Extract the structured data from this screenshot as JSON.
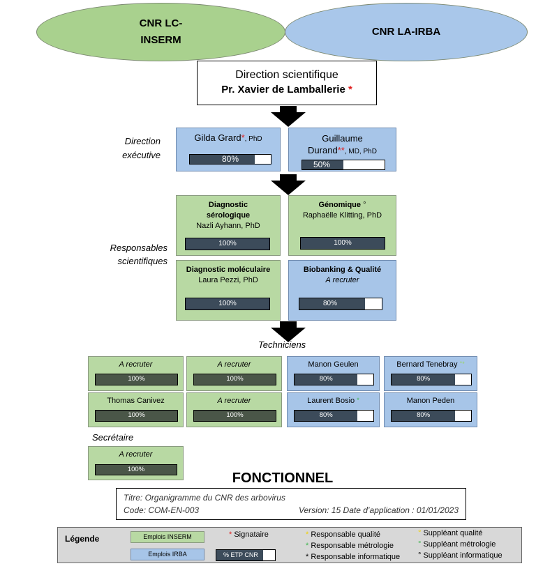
{
  "header": {
    "left_oval": "CNR LC-INSERM",
    "left_oval_line1": "CNR LC-",
    "left_oval_line2": "INSERM",
    "right_oval": "CNR LA-IRBA"
  },
  "direction": {
    "title": "Direction scientifique",
    "name": "Pr. Xavier de Lamballerie",
    "star": "*"
  },
  "labels": {
    "direction_executive_1": "Direction",
    "direction_executive_2": "exécutive",
    "responsables_1": "Responsables",
    "responsables_2": "scientifiques",
    "techniciens": "Techniciens",
    "secretaire": "Secrétaire",
    "fonctionnel": "FONCTIONNEL"
  },
  "executive": [
    {
      "name": "Gilda Grard",
      "mark": "*",
      "suffix": ", PhD",
      "percent_text": "80%",
      "percent": 80
    },
    {
      "name_line1": "Guillaume",
      "name_line2": "Durand",
      "mark": "**",
      "suffix": ", MD, PhD",
      "percent_text": "50%",
      "percent": 50
    }
  ],
  "responsables": [
    {
      "title_line1": "Diagnostic",
      "title_line2": "sérologique",
      "name": "Nazli Ayhann, PhD",
      "percent_text": "100%",
      "percent": 100
    },
    {
      "title": "Génomique",
      "mark": "°",
      "name": "Raphaëlle Klitting, PhD",
      "percent_text": "100%",
      "percent": 100
    },
    {
      "title": "Diagnostic moléculaire",
      "name": "Laura Pezzi, PhD",
      "percent_text": "100%",
      "percent": 100
    },
    {
      "title": "Biobanking & Qualité",
      "name": "A recruter",
      "percent_text": "80%",
      "percent": 80
    }
  ],
  "techniciens": [
    {
      "name": "A recruter",
      "percent_text": "100%",
      "percent": 100
    },
    {
      "name": "A recruter",
      "percent_text": "100%",
      "percent": 100
    },
    {
      "name": "Manon Geulen",
      "percent_text": "80%",
      "percent": 80
    },
    {
      "name": "Bernard Tenebray",
      "mark": "°*",
      "percent_text": "80%",
      "percent": 80
    },
    {
      "name": "Thomas Canivez",
      "percent_text": "100%",
      "percent": 100
    },
    {
      "name": "A recruter",
      "percent_text": "100%",
      "percent": 100
    },
    {
      "name": "Laurent Bosio",
      "mark": "*",
      "percent_text": "80%",
      "percent": 80
    },
    {
      "name": "Manon Peden",
      "percent_text": "80%",
      "percent": 80
    }
  ],
  "secretaire": {
    "name": "A recruter",
    "percent_text": "100%",
    "percent": 100
  },
  "document": {
    "titre": "Titre: Organigramme du CNR des arbovirus",
    "code": "Code: COM-EN-003",
    "version": "Version: 15 Date d’application : 01/01/2023"
  },
  "legend": {
    "title": "Légende",
    "inserm": "Emplois INSERM",
    "irba": "Emplois IRBA",
    "etp": "% ETP CNR",
    "signataire_mark": "*",
    "signataire": "Signataire",
    "resp_qualite_mark": "*",
    "resp_qualite": "Responsable qualité",
    "resp_metro_mark": "*",
    "resp_metro": "Responsable métrologie",
    "resp_info_mark": "*",
    "resp_info": "Responsable informatique",
    "supp_qualite_mark": "°",
    "supp_qualite": "Suppléant qualité",
    "supp_metro_mark": "°",
    "supp_metro": "Suppléant métrologie",
    "supp_info_mark": "°",
    "supp_info": "Suppléant informatique"
  },
  "colors": {
    "inserm_green": "#b8d9a3",
    "irba_blue": "#a7c5e8",
    "bar_fill": "#3c4b5a",
    "signataire_red": "#e02020",
    "qualite_yellow": "#f0d000",
    "metrologie_green": "#3cb44b"
  }
}
